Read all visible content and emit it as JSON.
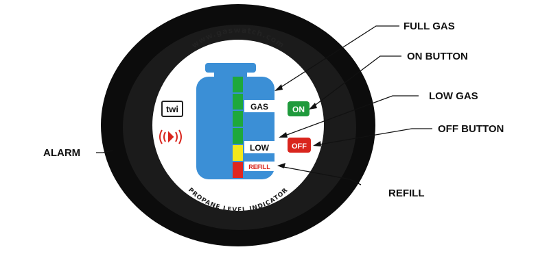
{
  "device": {
    "website": "www.gaswatch.com",
    "product_name": "PROPANE LEVEL INDICATOR",
    "logo_text": "twi",
    "gas_label": "GAS",
    "low_label": "LOW",
    "refill_label": "REFILL",
    "on_button": "ON",
    "off_button": "OFF"
  },
  "callouts": {
    "full_gas": "FULL GAS",
    "on_button": "ON BUTTON",
    "low_gas": "LOW GAS",
    "off_button": "OFF BUTTON",
    "alarm": "ALARM",
    "refill": "REFILL"
  },
  "level_segments": [
    {
      "level": "full",
      "color": "#1ea83c"
    },
    {
      "level": "full",
      "color": "#1ea83c"
    },
    {
      "level": "full",
      "color": "#1ea83c"
    },
    {
      "level": "full",
      "color": "#1ea83c"
    },
    {
      "level": "low",
      "color": "#f2e81c"
    },
    {
      "level": "refill",
      "color": "#e0261f"
    }
  ],
  "colors": {
    "bezel": "#0c0c0c",
    "face": "#ffffff",
    "tank": "#3b8fd6",
    "on_button": "#1f9a3c",
    "off_button": "#d9251d",
    "refill_text": "#d9251d",
    "alarm_icon": "#d9251d"
  },
  "icons": {
    "alarm": "alarm-speaker-icon",
    "logo": "twi-logo"
  }
}
